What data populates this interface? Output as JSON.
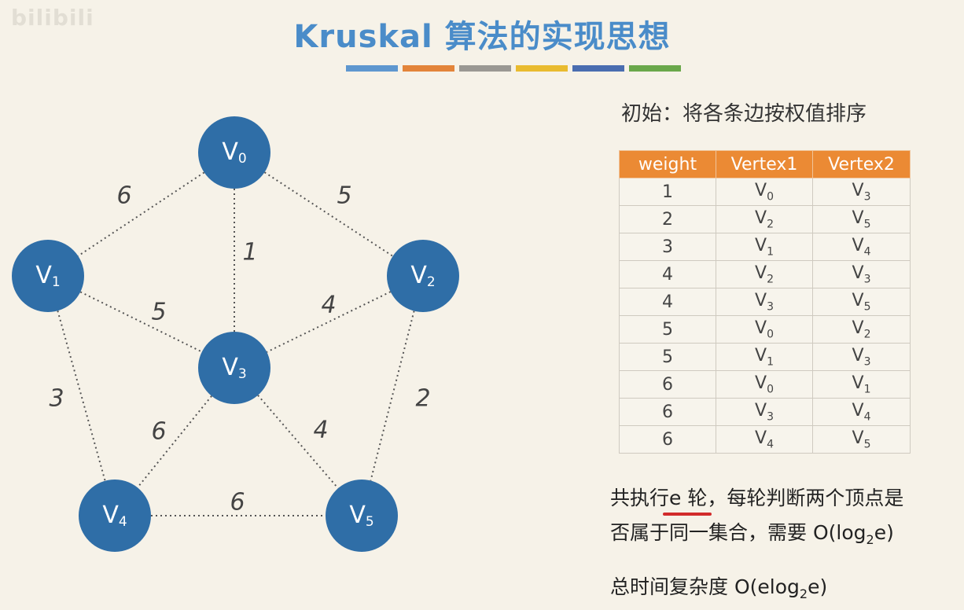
{
  "title": "Kruskal 算法的实现思想",
  "watermark": "bilibili",
  "color_bar": [
    "#5e97cf",
    "#e3843a",
    "#9a9893",
    "#e9bb2f",
    "#4a6db0",
    "#6aa84b"
  ],
  "node_color": "#2f6ea7",
  "vertices": [
    {
      "id": "v0",
      "main": "V",
      "sub": "0"
    },
    {
      "id": "v1",
      "main": "V",
      "sub": "1"
    },
    {
      "id": "v2",
      "main": "V",
      "sub": "2"
    },
    {
      "id": "v3",
      "main": "V",
      "sub": "3"
    },
    {
      "id": "v4",
      "main": "V",
      "sub": "4"
    },
    {
      "id": "v5",
      "main": "V",
      "sub": "5"
    }
  ],
  "edges": [
    {
      "from": "v0",
      "to": "v1",
      "weight": "6"
    },
    {
      "from": "v0",
      "to": "v2",
      "weight": "5"
    },
    {
      "from": "v0",
      "to": "v3",
      "weight": "1"
    },
    {
      "from": "v1",
      "to": "v3",
      "weight": "5"
    },
    {
      "from": "v2",
      "to": "v3",
      "weight": "4"
    },
    {
      "from": "v1",
      "to": "v4",
      "weight": "3"
    },
    {
      "from": "v2",
      "to": "v5",
      "weight": "2"
    },
    {
      "from": "v3",
      "to": "v4",
      "weight": "6"
    },
    {
      "from": "v3",
      "to": "v5",
      "weight": "4"
    },
    {
      "from": "v4",
      "to": "v5",
      "weight": "6"
    }
  ],
  "init_text": "初始：将各条边按权值排序",
  "table": {
    "headers": [
      "weight",
      "Vertex1",
      "Vertex2"
    ],
    "rows": [
      [
        "1",
        "V0",
        "V3"
      ],
      [
        "2",
        "V2",
        "V5"
      ],
      [
        "3",
        "V1",
        "V4"
      ],
      [
        "4",
        "V2",
        "V3"
      ],
      [
        "4",
        "V3",
        "V5"
      ],
      [
        "5",
        "V0",
        "V2"
      ],
      [
        "5",
        "V1",
        "V3"
      ],
      [
        "6",
        "V0",
        "V1"
      ],
      [
        "6",
        "V3",
        "V4"
      ],
      [
        "6",
        "V4",
        "V5"
      ]
    ]
  },
  "notes": {
    "line1_pre": "共执行",
    "line1_mark": "e 轮",
    "line1_post": "，每轮判断两个顶点是",
    "line2_pre": "否属于同一集合，需要 O(log",
    "line2_sub": "2",
    "line2_post": "e)",
    "line3_pre": "总时间复杂度 O(elog",
    "line3_sub": "2",
    "line3_post": "e)"
  }
}
